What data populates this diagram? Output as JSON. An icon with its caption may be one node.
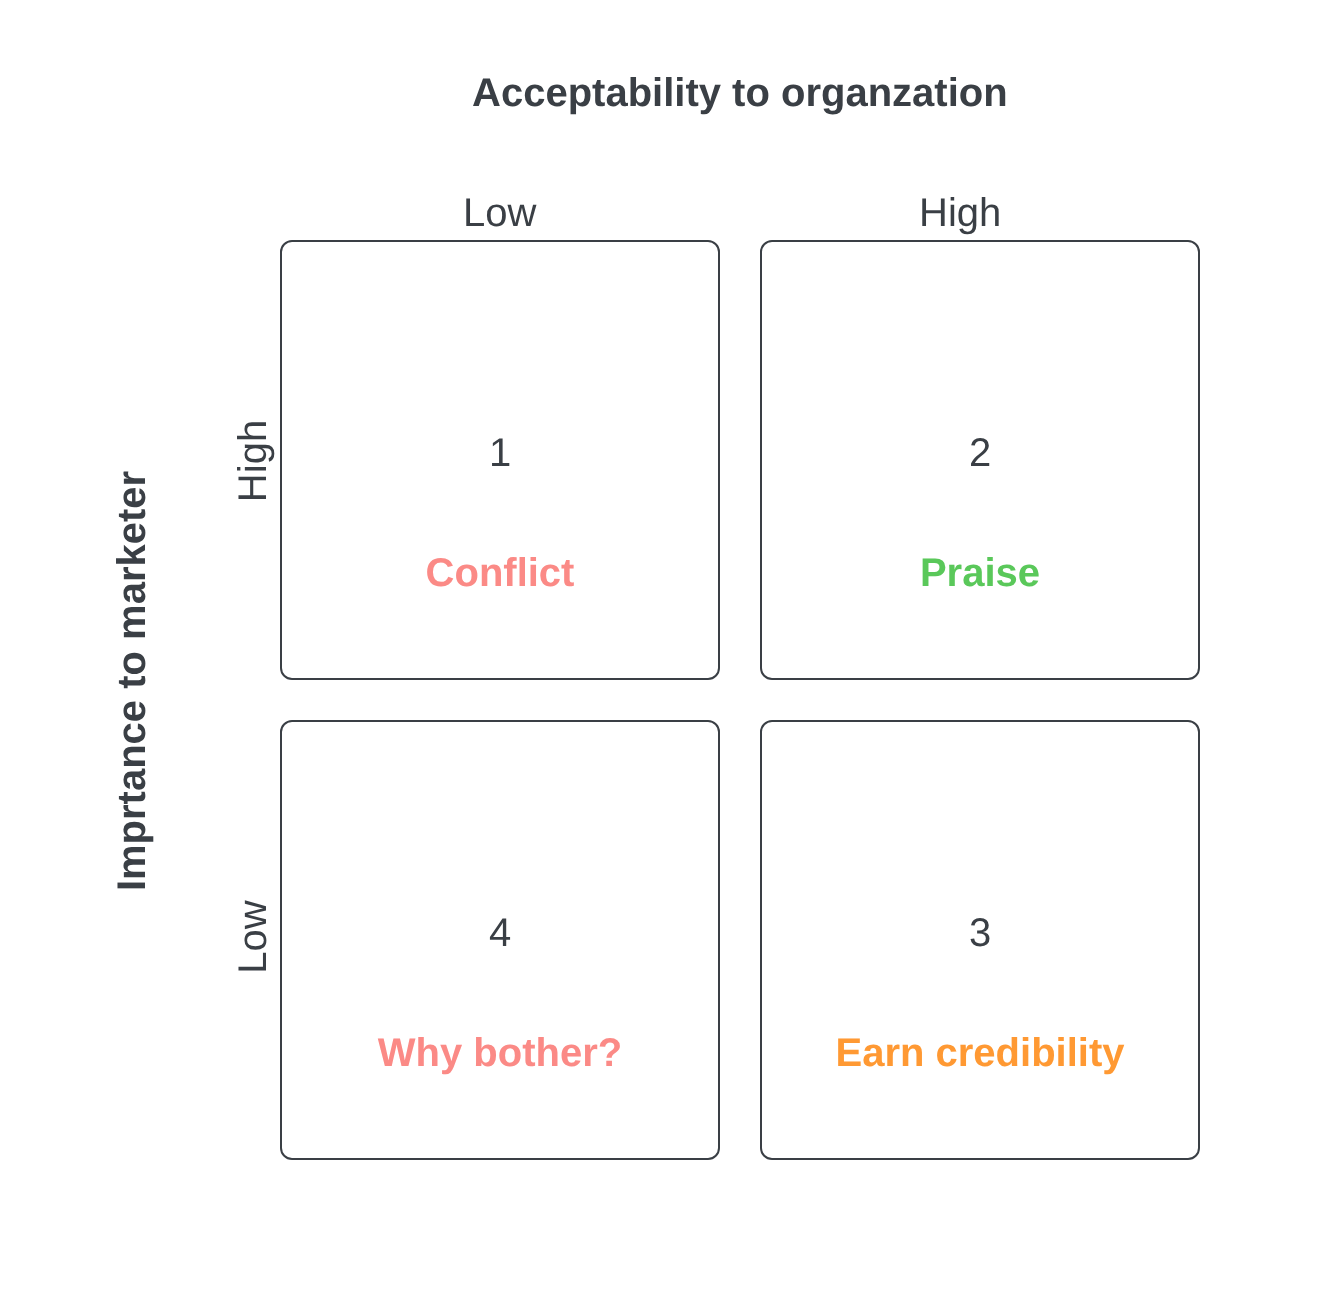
{
  "diagram": {
    "nodes": [
      {
        "text": [
          "1",
          "Conflict"
        ]
      },
      {
        "text": [
          "2",
          "Praise"
        ]
      },
      {
        "text": [
          "4",
          "Why bother?"
        ]
      },
      {
        "text": [
          "3",
          "Earn credibility"
        ]
      }
    ],
    "labels": [
      "Acceptability to organzation",
      "Low",
      "High",
      "Imprtance to marketer",
      "High",
      "Low"
    ]
  }
}
